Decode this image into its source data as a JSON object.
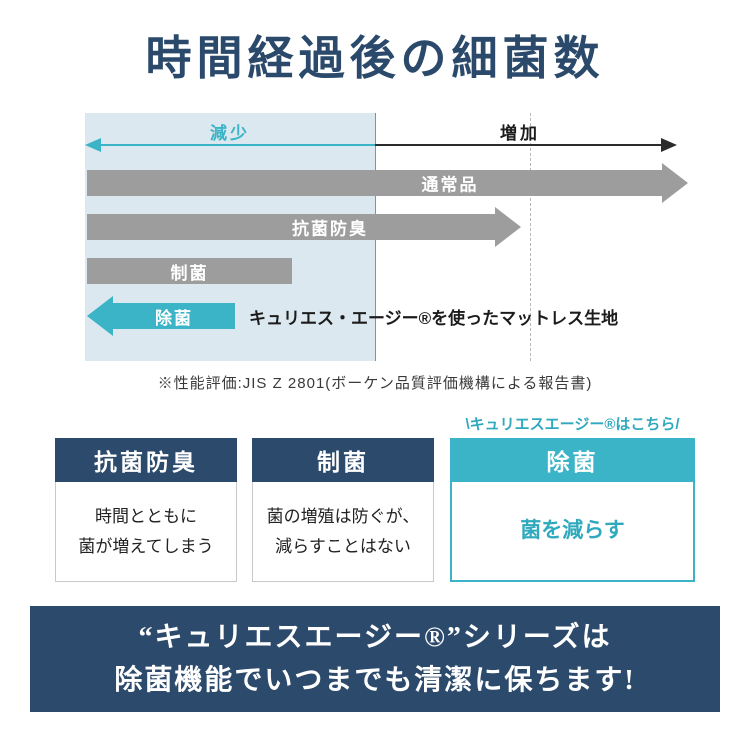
{
  "title": "時間経過後の細菌数",
  "chart": {
    "axis_left_label": "減少",
    "axis_right_label": "増加",
    "bars": [
      {
        "label": "通常品",
        "direction": "increase",
        "length": "longest"
      },
      {
        "label": "抗菌防臭",
        "direction": "increase",
        "length": "medium"
      },
      {
        "label": "制菌",
        "direction": "flat",
        "length": "short"
      },
      {
        "label": "除菌",
        "direction": "decrease",
        "length": "short",
        "annotation": "キュリエス・エージー®を使ったマットレス生地"
      }
    ],
    "note": "※性能評価:JIS Z 2801(ボーケン品質評価機構による報告書)"
  },
  "cards": {
    "callout": "\\キュリエスエージー®はこちら/",
    "items": [
      {
        "header": "抗菌防臭",
        "body": "時間とともに\n菌が増えてしまう"
      },
      {
        "header": "制菌",
        "body": "菌の増殖は防ぐが、\n減らすことはない"
      },
      {
        "header": "除菌",
        "body": "菌を減らす"
      }
    ]
  },
  "banner": {
    "line1": "“キュリエスエージー®”シリーズは",
    "line2": "除菌機能でいつまでも清潔に保ちます!"
  },
  "colors": {
    "navy": "#2c4a6b",
    "teal": "#3ab4c6",
    "bar_gray": "#9d9d9d",
    "shade": "#dce8ef"
  }
}
